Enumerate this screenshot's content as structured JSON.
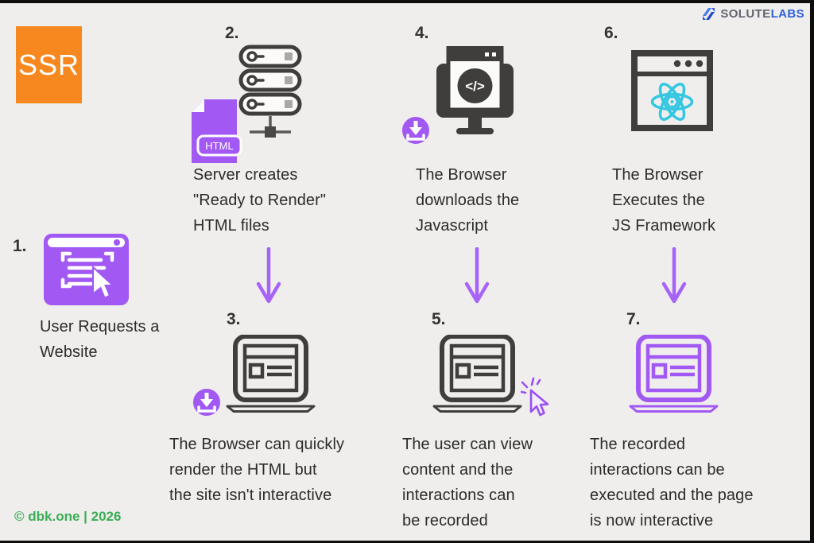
{
  "brand": {
    "name_gray": "SOLUTE",
    "name_blue": "LABS",
    "logo_color": "#2f5fe0"
  },
  "title_badge": {
    "label": "SSR",
    "color": "#f6881f"
  },
  "footer": {
    "credit": "© dbk.one | 2026",
    "color": "#3bad55"
  },
  "colors": {
    "background": "#efeeec",
    "dark_icon": "#3f3e3c",
    "purple": "#a259f3",
    "arrow_purple": "#a763f7",
    "react_cyan": "#35c6e2",
    "text": "#2b2b2b"
  },
  "icons": {
    "html_file_label": "HTML",
    "code_glyph": "</>"
  },
  "steps": [
    {
      "number": "1.",
      "caption": "User Requests a\nWebsite",
      "icon": "purple-browser-request"
    },
    {
      "number": "2.",
      "caption": "Server creates\n\"Ready to Render\"\nHTML files",
      "icon": "server-stack-with-html-file"
    },
    {
      "number": "3.",
      "caption": "The Browser can quickly\nrender the HTML but\nthe site isn't interactive",
      "icon": "laptop-with-download-badge"
    },
    {
      "number": "4.",
      "caption": "The Browser\ndownloads the\nJavascript",
      "icon": "monitor-code-with-download-badge"
    },
    {
      "number": "5.",
      "caption": "The user can view\ncontent and the\ninteractions can\nbe recorded",
      "icon": "laptop-with-click-cursor"
    },
    {
      "number": "6.",
      "caption": "The Browser\nExecutes the\nJS Framework",
      "icon": "browser-react-logo"
    },
    {
      "number": "7.",
      "caption": "The recorded\ninteractions can be\nexecuted and the page\nis now interactive",
      "icon": "purple-laptop"
    }
  ]
}
